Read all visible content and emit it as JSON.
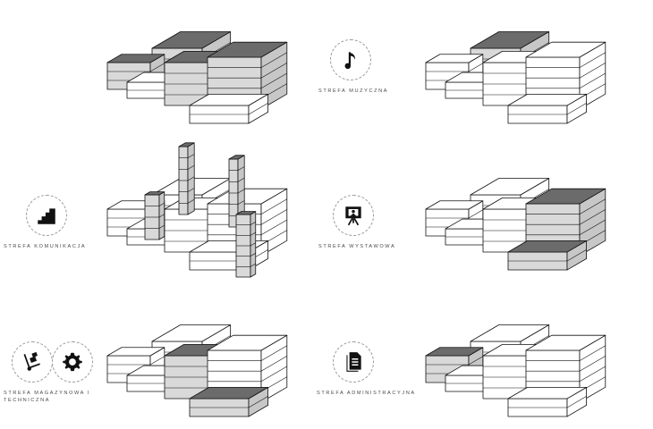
{
  "colors": {
    "stroke": "#111111",
    "face_white": "#ffffff",
    "highlight_top": "#6b6b6b",
    "highlight_side": "#c7c7c7",
    "highlight_front": "#d9d9d9"
  },
  "zones": {
    "music": {
      "caption": "STREFA MUZYCZNA",
      "icon": "music-note-icon"
    },
    "communication": {
      "caption": "STREFA KOMUNIKACJA",
      "icon": "stairs-icon"
    },
    "exhibition": {
      "caption": "STREFA WYSTAWOWA",
      "icon": "easel-icon"
    },
    "storage": {
      "caption_line1": "STREFA MAGAZYNOWA I",
      "caption_line2": "TECHNICZNA",
      "icon_left": "hand-truck-icon",
      "icon_right": "gear-icon"
    },
    "admin": {
      "caption": "STREFA ADMINISTRACYJNA",
      "icon": "document-icon"
    }
  }
}
